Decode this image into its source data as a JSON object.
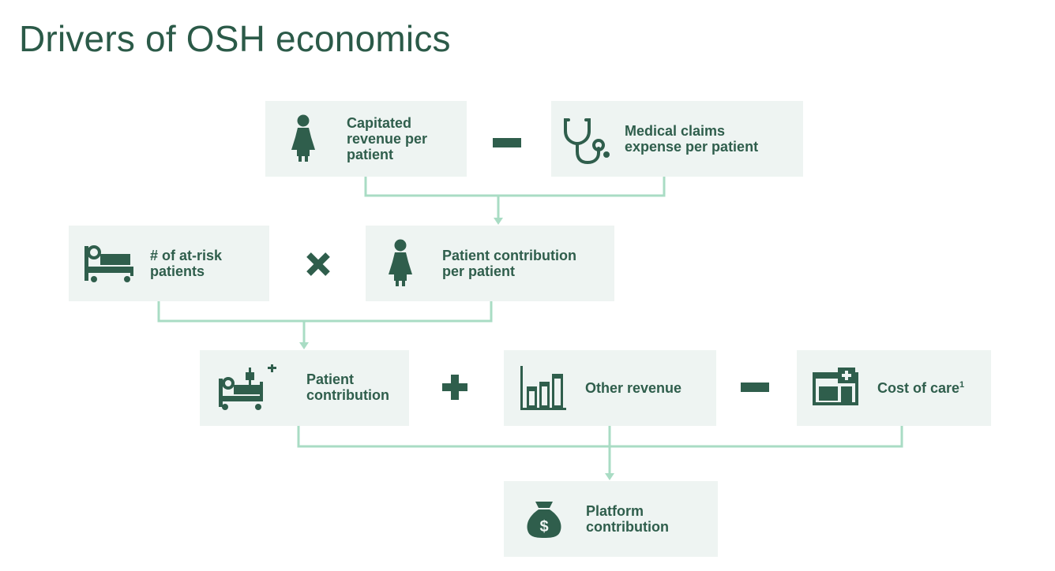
{
  "title": "Drivers of OSH economics",
  "colors": {
    "title": "#2b5a48",
    "icon": "#2f5e4c",
    "box_bg": "#eef4f2",
    "connector": "#a9dcc4"
  },
  "boxes": {
    "capitated_revenue": {
      "label": "Capitated\nrevenue per\npatient",
      "icon": "woman-icon"
    },
    "medical_claims": {
      "label": "Medical claims\nexpense per patient",
      "icon": "stethoscope-icon"
    },
    "at_risk_patients": {
      "label": "# of at-risk\npatients",
      "icon": "hospital-bed-icon"
    },
    "patient_contribution_per_patient": {
      "label": "Patient contribution\nper patient",
      "icon": "woman-icon"
    },
    "patient_contribution": {
      "label": "Patient\ncontribution",
      "icon": "hospital-bed-iv-icon"
    },
    "other_revenue": {
      "label": "Other revenue",
      "icon": "bar-chart-icon"
    },
    "cost_of_care": {
      "label": "Cost of care",
      "footnote": "1",
      "icon": "clinic-icon"
    },
    "platform_contribution": {
      "label": "Platform\ncontribution",
      "icon": "money-bag-icon"
    }
  },
  "operators": {
    "row1": "minus",
    "row2": "multiply",
    "row3_a": "plus",
    "row3_b": "minus"
  }
}
